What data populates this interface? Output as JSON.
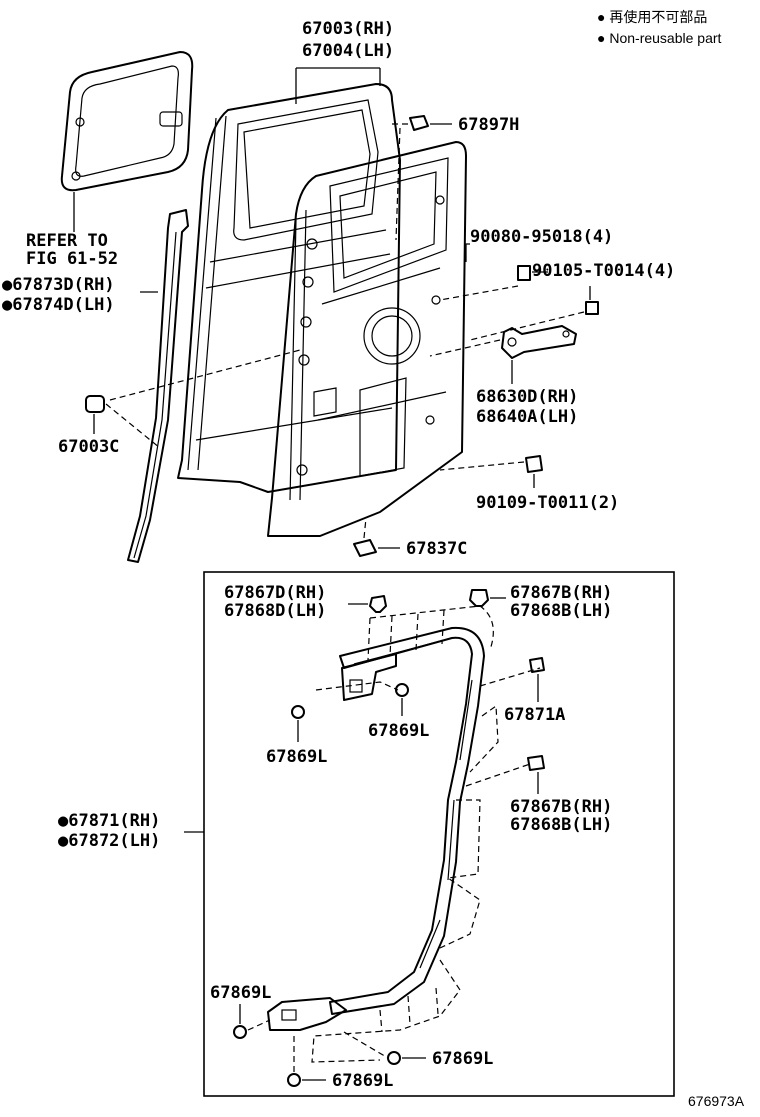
{
  "legend": {
    "line1": "● 再使用不可部品",
    "line2": "● Non-reusable part"
  },
  "labels": {
    "door_panel_rh": "67003(RH)",
    "door_panel_lh": "67004(LH)",
    "clip_67897h": "67897H",
    "refer_to": "REFER TO",
    "fig_ref": "FIG 61-52",
    "weatherstrip_rh": "●67873D(RH)",
    "weatherstrip_lh": "●67874D(LH)",
    "screw_90080": "90080-95018(4)",
    "bolt_90105": "90105-T0014(4)",
    "check_rh": "68630D(RH)",
    "check_lh": "68640A(LH)",
    "plug_67003c": "67003C",
    "bolt_90109": "90109-T0011(2)",
    "cushion_67837c": "67837C",
    "clip_67867d_rh": "67867D(RH)",
    "clip_67868d_lh": "67868D(LH)",
    "clip_67867b_rh_top": "67867B(RH)",
    "clip_67868b_lh_top": "67868B(LH)",
    "clip_67871a": "67871A",
    "clip_67869l_a": "67869L",
    "clip_67869l_b": "67869L",
    "clip_67867b_rh_mid": "67867B(RH)",
    "clip_67868b_lh_mid": "67868B(LH)",
    "seal_rh": "●67871(RH)",
    "seal_lh": "●67872(LH)",
    "clip_67869l_c": "67869L",
    "clip_67869l_d": "67869L",
    "clip_67869l_e": "67869L",
    "illustration_code": "676973A"
  }
}
